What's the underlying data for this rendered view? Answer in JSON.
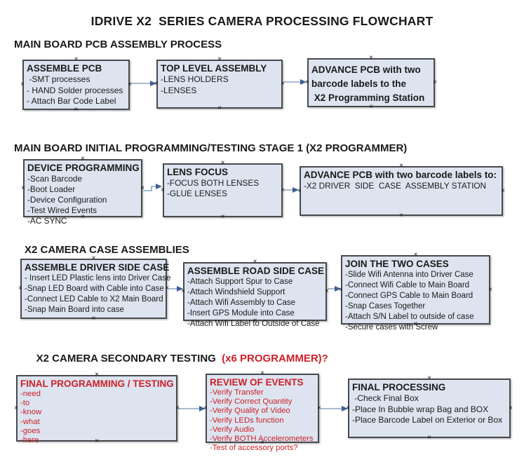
{
  "title": "IDRIVE X2  SERIES CAMERA PROCESSING FLOWCHART",
  "icons": {
    "connection_handle": "×"
  },
  "colors": {
    "box_fill": "#dde4f0",
    "box_border": "#46494e",
    "arrow_line": "#9bb1c9",
    "arrow_head": "#3e5f94",
    "red_text": "#cc2128",
    "black_text": "#1a1a1a"
  },
  "sections": [
    {
      "heading": "MAIN BOARD PCB ASSEMBLY PROCESS",
      "boxes": [
        {
          "title": "ASSEMBLE PCB",
          "items": [
            " -SMT processes",
            "- HAND Solder processes",
            "- Attach Bar Code Label"
          ]
        },
        {
          "title": "TOP LEVEL ASSEMBLY",
          "items": [
            "-LENS HOLDERS",
            "-LENSES"
          ]
        },
        {
          "title_lines": [
            "ADVANCE PCB with two",
            "barcode labels to the",
            " X2 Programming Station"
          ]
        }
      ]
    },
    {
      "heading": "MAIN BOARD INITIAL PROGRAMMING/TESTING STAGE 1 (X2 PROGRAMMER)",
      "boxes": [
        {
          "title": "DEVICE PROGRAMMING",
          "items": [
            "-Scan Barcode",
            "-Boot Loader",
            "-Device Configuration",
            "-Test Wired Events",
            "-AC SYNC"
          ]
        },
        {
          "title": "LENS FOCUS",
          "items": [
            "-FOCUS BOTH LENSES",
            "-GLUE LENSES"
          ]
        },
        {
          "title": "ADVANCE PCB with two barcode labels to:",
          "items": [
            "-X2 DRIVER  SIDE  CASE  ASSEMBLY STATION"
          ]
        }
      ]
    },
    {
      "heading": "X2 CAMERA CASE ASSEMBLIES",
      "boxes": [
        {
          "title": "ASSEMBLE DRIVER SIDE CASE",
          "items": [
            "- Insert LED Plastic lens into Driver Case",
            "-Snap LED Board with Cable into Case",
            "-Connect LED Cable to X2 Main Board",
            "-Snap Main Board into case"
          ]
        },
        {
          "title": "ASSEMBLE ROAD SIDE CASE",
          "items": [
            "-Attach Support Spur to Case",
            "-Attach Windshield Support",
            "-Attach Wifi Assembly to Case",
            "-Insert GPS Module into Case",
            "-Attach Wifi Label to Outside of Case"
          ]
        },
        {
          "title": "JOIN THE TWO CASES",
          "items": [
            "-Slide Wifi Antenna into Driver Case",
            "-Connect Wifi Cable to Main Board",
            "-Connect GPS Cable to Main Board",
            "-Snap Cases Together",
            "-Attach S/N Label to outside of case",
            "-Secure cases with Screw"
          ]
        }
      ]
    },
    {
      "heading": "X2 CAMERA SECONDARY TESTING  ",
      "heading_highlight": "(x6 PROGRAMMER)?",
      "boxes": [
        {
          "title": "FINAL PROGRAMMING / TESTING",
          "items": [
            "-need",
            "-to",
            "-know",
            "-what",
            "-goes",
            "-here"
          ]
        },
        {
          "title": "REVIEW OF EVENTS",
          "items": [
            "-Verify Transfer",
            "-Verify Correct Quantity",
            "-Verify Quality of Video",
            "-Verify LEDs function",
            "-Verify Audio",
            "-Verify BOTH Accelerometers",
            "-Test of accessory ports?"
          ]
        },
        {
          "title": "FINAL PROCESSING",
          "items": [
            " -Check Final Box",
            "-Place In Bubble wrap Bag and BOX",
            "-Place Barcode Label on Exterior or Box"
          ]
        }
      ]
    }
  ]
}
